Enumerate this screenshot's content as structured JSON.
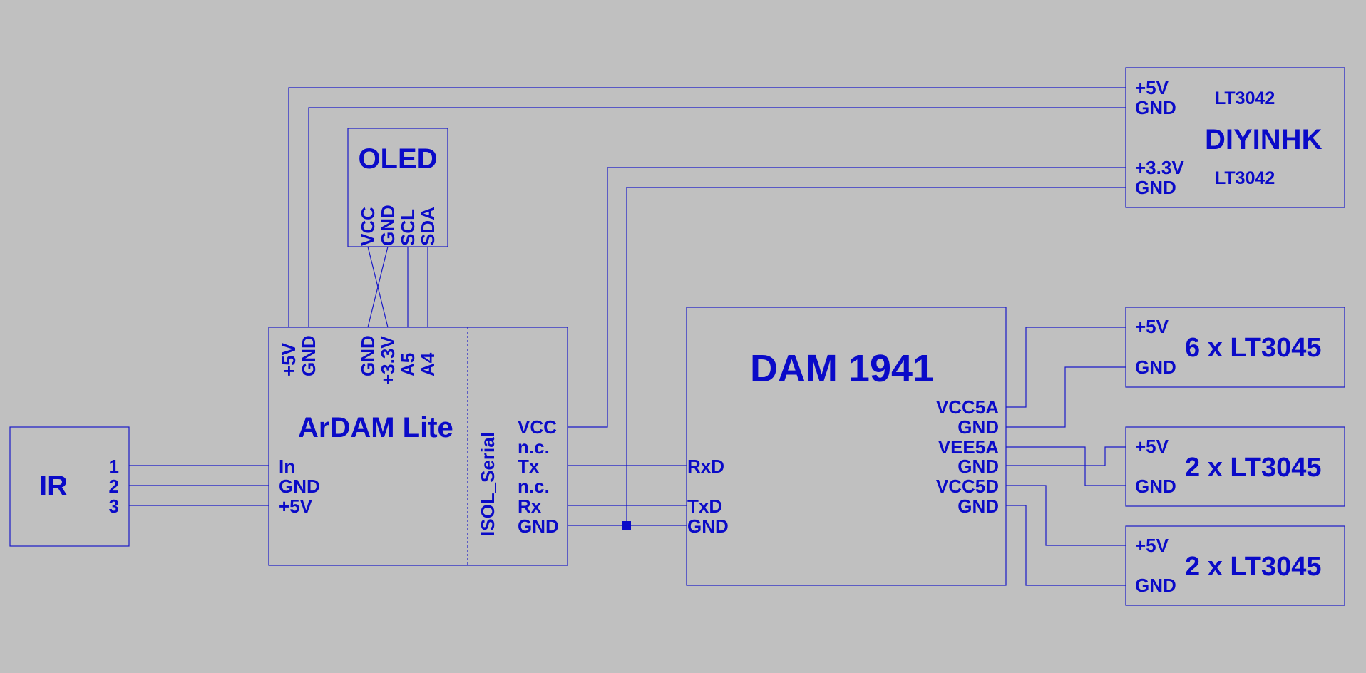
{
  "ir": {
    "title": "IR",
    "pins": [
      "1",
      "2",
      "3"
    ]
  },
  "ardam": {
    "title": "ArDAM Lite",
    "top_pins": [
      "+5V",
      "GND",
      "GND",
      "+3.3V",
      "A5",
      "A4"
    ],
    "left_pins": [
      "In",
      "GND",
      "+5V"
    ],
    "serial_label": "ISOL_Serial",
    "serial_pins": [
      "VCC",
      "n.c.",
      "Tx",
      "n.c.",
      "Rx",
      "GND"
    ]
  },
  "oled": {
    "title": "OLED",
    "pins": [
      "VCC",
      "GND",
      "SCL",
      "SDA"
    ]
  },
  "diyinhk": {
    "title": "DIYINHK",
    "pins": [
      "+5V",
      "GND",
      "+3.3V",
      "GND"
    ],
    "reg1": "LT3042",
    "reg2": "LT3042"
  },
  "dam": {
    "title": "DAM 1941",
    "left_pins": [
      "RxD",
      "TxD",
      "GND"
    ],
    "right_pins": [
      "VCC5A",
      "GND",
      "VEE5A",
      "GND",
      "VCC5D",
      "GND"
    ]
  },
  "reg_a": {
    "title": "6 x LT3045",
    "pins": [
      "+5V",
      "GND"
    ]
  },
  "reg_b": {
    "title": "2 x LT3045",
    "pins": [
      "+5V",
      "GND"
    ]
  },
  "reg_c": {
    "title": "2 x LT3045",
    "pins": [
      "+5V",
      "GND"
    ]
  },
  "colors": {
    "background": "#c0c0c0",
    "ink": "#0a0ac8"
  }
}
